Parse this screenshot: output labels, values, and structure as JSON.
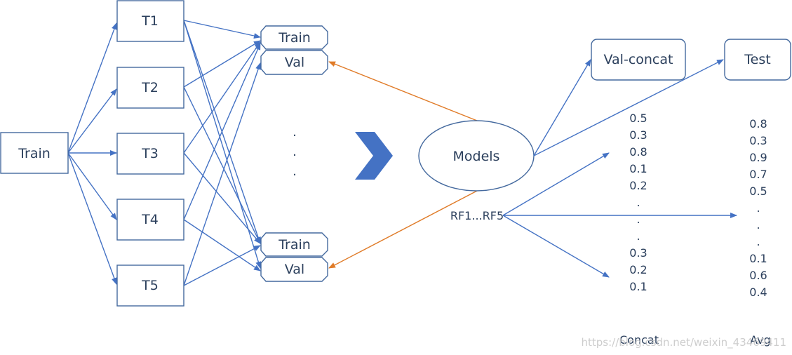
{
  "nodes": {
    "train_root": "Train",
    "t1": "T1",
    "t2": "T2",
    "t3": "T3",
    "t4": "T4",
    "t5": "T5",
    "pair_top_train": "Train",
    "pair_top_val": "Val",
    "pair_bottom_train": "Train",
    "pair_bottom_val": "Val",
    "ellipsis_dots": [
      ".",
      ".",
      "."
    ],
    "models": "Models",
    "rf_label": "RF1...RF5",
    "val_concat": "Val-concat",
    "test": "Test"
  },
  "concat_values": [
    "0.5",
    "0.3",
    "0.8",
    "0.1",
    "0.2",
    ".",
    ".",
    ".",
    "0.3",
    "0.2",
    "0.1"
  ],
  "avg_values": [
    "0.8",
    "0.3",
    "0.9",
    "0.7",
    "0.5",
    ".",
    ".",
    ".",
    "0.1",
    "0.6",
    "0.4"
  ],
  "column_labels": {
    "concat": "Concat",
    "avg": "Avg"
  },
  "watermark": "https://blog.csdn.net/weixin_43469411",
  "colors": {
    "arrow_blue": "#4472c4",
    "arrow_orange": "#e07b28",
    "chevron": "#4472c4",
    "box_border": "#44699e",
    "text": "#2b3f5c"
  }
}
